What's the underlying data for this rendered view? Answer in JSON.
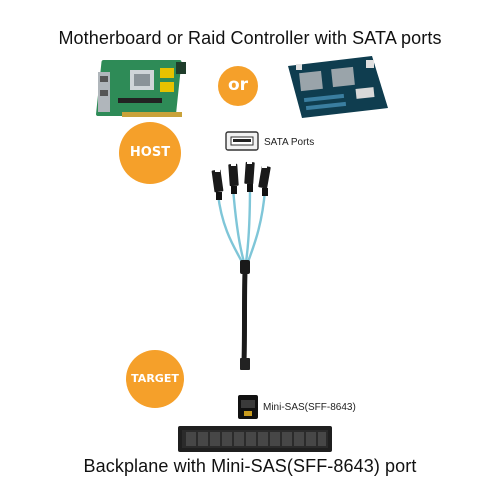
{
  "titles": {
    "top": "Motherboard or Raid Controller with SATA ports",
    "bottom": "Backplane with Mini-SAS(SFF-8643) port"
  },
  "badges": {
    "or": "or",
    "host": "HOST",
    "target": "TARGET"
  },
  "labels": {
    "sata_ports": "SATA Ports",
    "mini_sas": "Mini-SAS(SFF-8643)"
  },
  "colors": {
    "badge_orange": "#f5a02a",
    "raid_card_green": "#2e8b57",
    "cable_blue": "#7fc6d8",
    "cable_black": "#1a1a1a"
  },
  "icons": {
    "raid_card": "raid-controller-card-icon",
    "motherboard": "server-motherboard-icon",
    "sata_port": "sata-port-icon",
    "sff8643_connector": "mini-sas-connector-icon",
    "backplane": "backplane-chassis-icon"
  }
}
